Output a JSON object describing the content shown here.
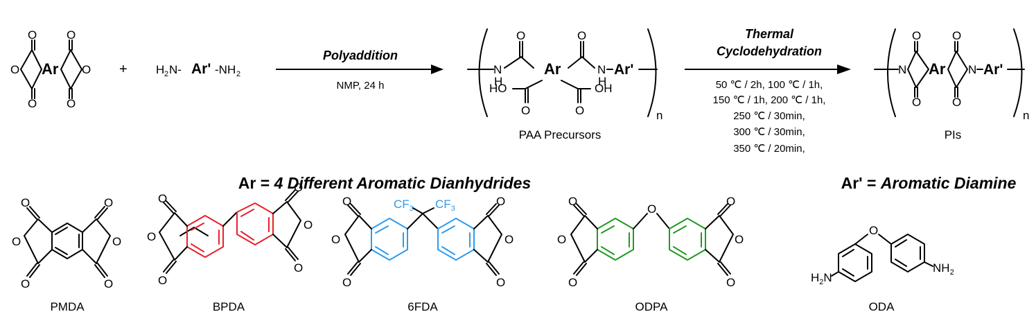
{
  "reaction": {
    "dianhydride_center": "Ar",
    "plus": "+",
    "diamine": {
      "left": "H",
      "left_sub": "2",
      "n1": "N-",
      "ar": "Ar'",
      "n2": "-NH",
      "n2_sub": "2"
    },
    "step1": {
      "title": "Polyaddition",
      "condition": "NMP, 24 h"
    },
    "paa": {
      "label": "PAA Precursors",
      "center": "Ar",
      "right_ar": "Ar'",
      "n": "n",
      "nh": "N",
      "h": "H",
      "oh_left": "HO",
      "oh_right": "OH"
    },
    "step2": {
      "title_line1": "Thermal",
      "title_line2": "Cyclodehydration",
      "conditions": [
        "50 ℃ / 2h, 100 ℃ / 1h,",
        "150 ℃ / 1h, 200 ℃ / 1h,",
        "250 ℃ / 30min,",
        "300 ℃ / 30min,",
        "350 ℃ / 20min,"
      ]
    },
    "pi": {
      "label": "PIs",
      "center": "Ar",
      "right_ar": "Ar'",
      "n": "n",
      "n_atom": "N"
    }
  },
  "dianhydrides": {
    "heading_prefix": "Ar  = ",
    "heading_text": "4 Different Aromatic Dianhydrides",
    "items": [
      {
        "name": "PMDA",
        "color": "#000000"
      },
      {
        "name": "BPDA",
        "color": "#e8202a"
      },
      {
        "name": "6FDA",
        "color": "#2b9bf0",
        "cf3": "CF",
        "cf3_sub": "3"
      },
      {
        "name": "ODPA",
        "color": "#1f9a1f",
        "bridge": "O"
      }
    ]
  },
  "diamine": {
    "heading_prefix": "Ar' = ",
    "heading_text": "Aromatic Diamine",
    "name": "ODA",
    "left_amine": "H",
    "left_amine_sub": "2",
    "left_amine_n": "N",
    "right_amine": "NH",
    "right_amine_sub": "2",
    "bridge": "O"
  },
  "atom_O": "O"
}
